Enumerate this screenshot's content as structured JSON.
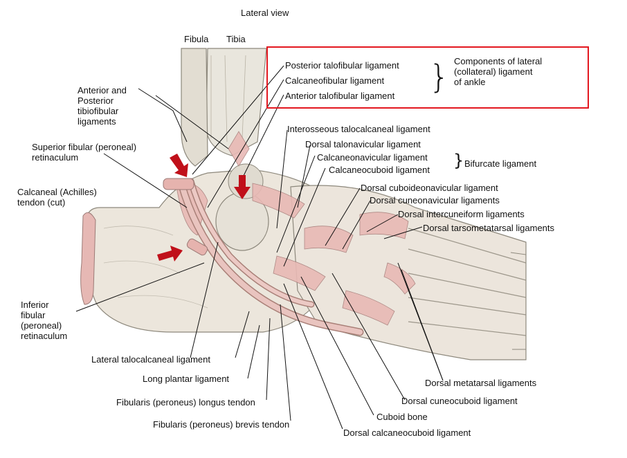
{
  "title": "Lateral view",
  "bones": {
    "fibula": "Fibula",
    "tibia": "Tibia"
  },
  "highlight_box": {
    "items": [
      "Posterior talofibular ligament",
      "Calcaneofibular ligament",
      "Anterior talofibular ligament"
    ],
    "group_label": "Components of lateral\n(collateral) ligament\nof ankle",
    "border_color": "#e3171f"
  },
  "bifurcate": {
    "items": [
      "Calcaneonavicular ligament",
      "Calcaneocuboid ligament"
    ],
    "group_label": "Bifurcate ligament"
  },
  "labels_left": [
    "Anterior and\nPosterior\ntibiofibular\nligaments",
    "Superior fibular (peroneal)\nretinaculum",
    "Calcaneal (Achilles)\ntendon (cut)",
    "Inferior\nfibular\n(peroneal)\nretinaculum"
  ],
  "labels_right": [
    "Interosseous talocalcaneal ligament",
    "Dorsal talonavicular ligament",
    "Dorsal cuboideonavicular ligament",
    "Dorsal cuneonavicular ligaments",
    "Dorsal intercuneiform ligaments",
    "Dorsal tarsometatarsal ligaments",
    "Dorsal metatarsal ligaments",
    "Dorsal cuneocuboid ligament",
    "Cuboid bone",
    "Dorsal calcaneocuboid ligament"
  ],
  "labels_bottom": [
    "Lateral talocalcaneal ligament",
    "Long plantar ligament",
    "Fibularis (peroneus) longus tendon",
    "Fibularis (peroneus) brevis tendon"
  ],
  "arrow_color": "#c0101a"
}
